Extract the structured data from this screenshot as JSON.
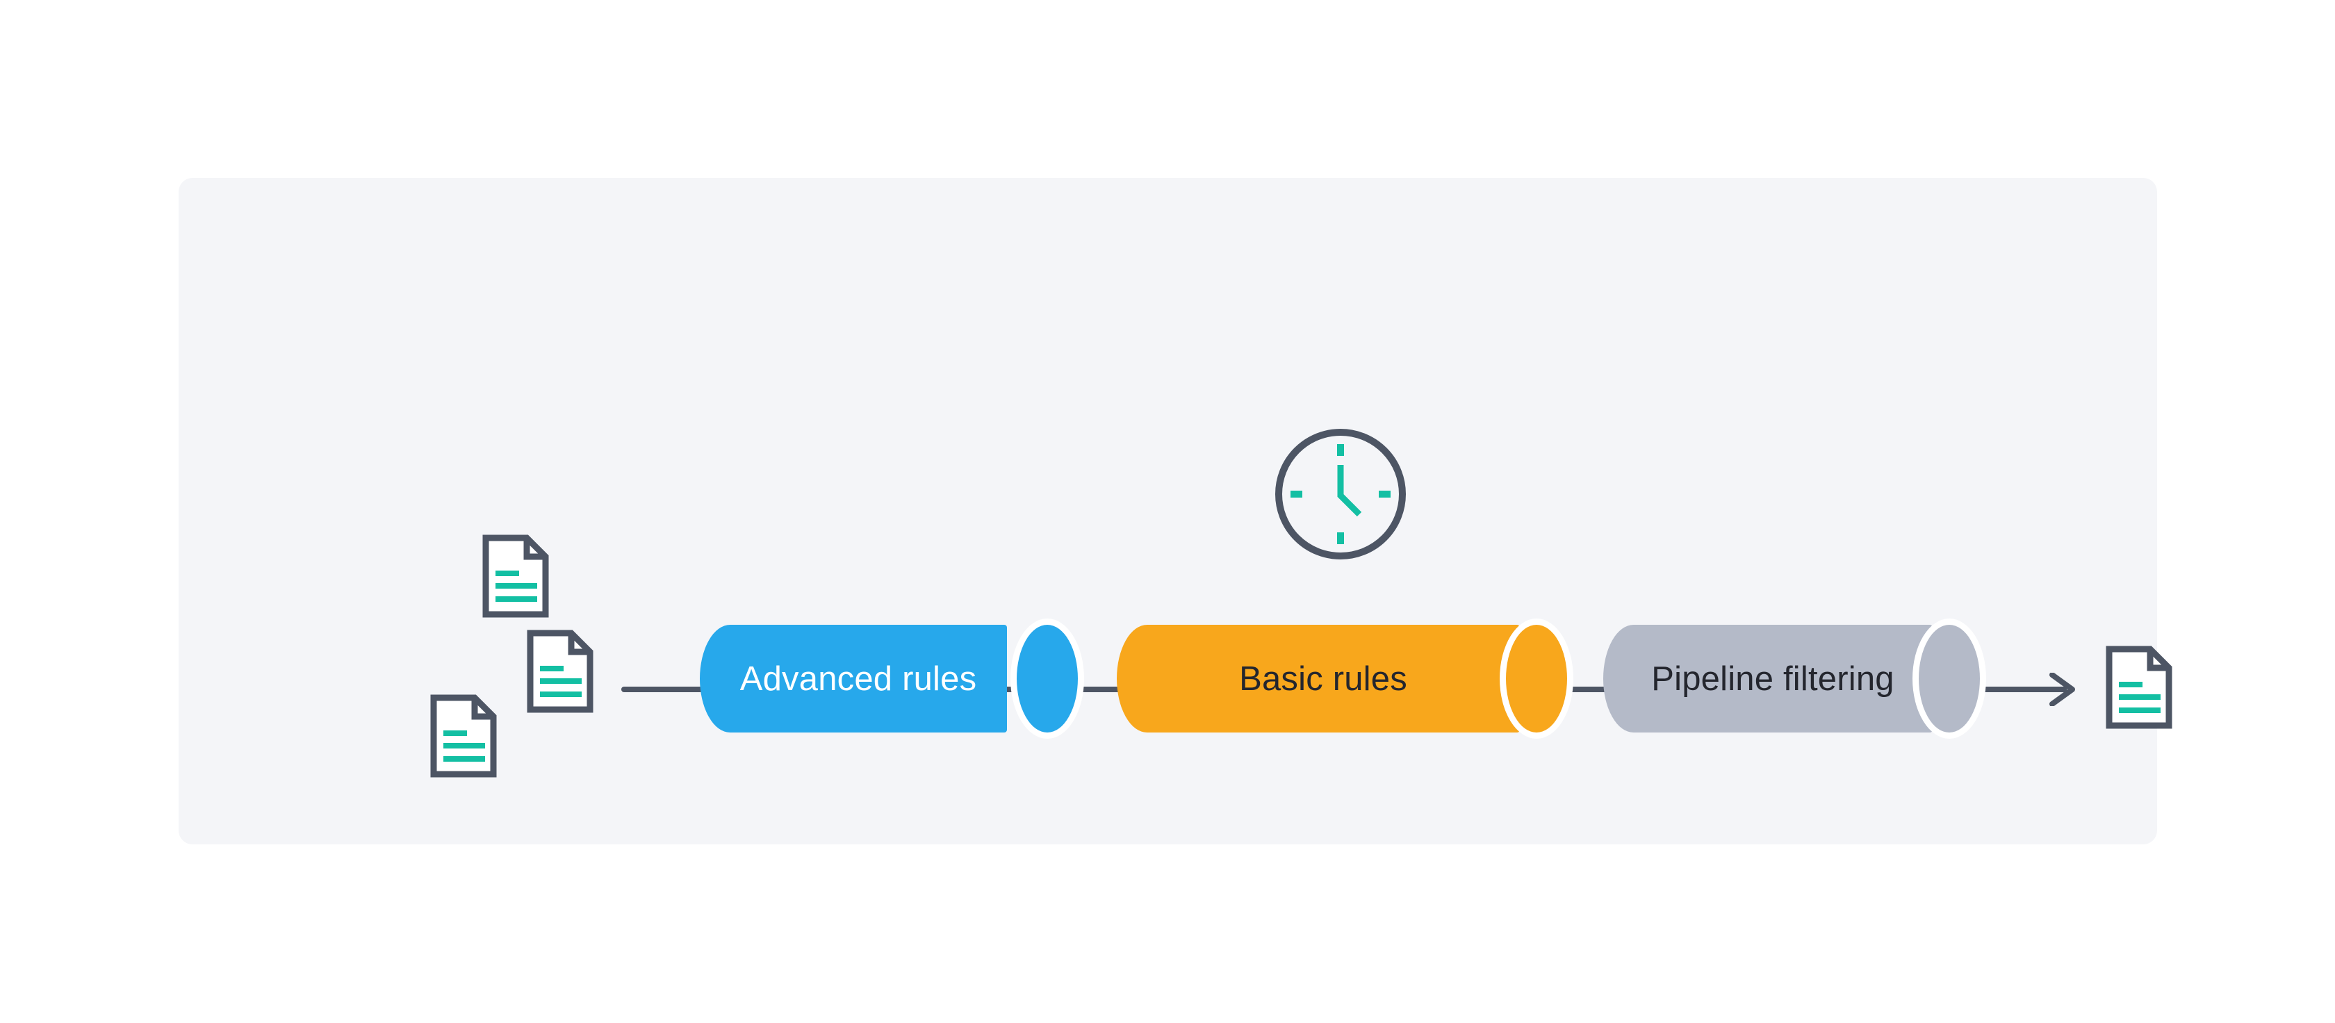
{
  "diagram": {
    "panel_background": "#f4f5f8",
    "connector_color": "#4d5564",
    "stages": [
      {
        "label": "Advanced rules",
        "shape": "cylinder",
        "color": "#27a8eb",
        "text_color": "#ffffff"
      },
      {
        "label": "Basic rules",
        "shape": "cylinder",
        "color": "#f8a71c",
        "text_color": "#24262e"
      },
      {
        "label": "Pipeline filtering",
        "shape": "cylinder",
        "color": "#b4bac8",
        "text_color": "#24262e"
      }
    ],
    "icons": {
      "input_documents": {
        "name": "document-icon",
        "count": 3,
        "outline_color": "#4d5564",
        "line_color": "#13bfa3"
      },
      "output_document": {
        "name": "document-icon",
        "count": 1,
        "outline_color": "#4d5564",
        "line_color": "#13bfa3"
      },
      "clock": {
        "name": "clock-icon",
        "ring_color": "#4d5564",
        "hands_color": "#13bfa3",
        "time_shown": "hands at 12 and 4-5 o'clock"
      }
    }
  }
}
